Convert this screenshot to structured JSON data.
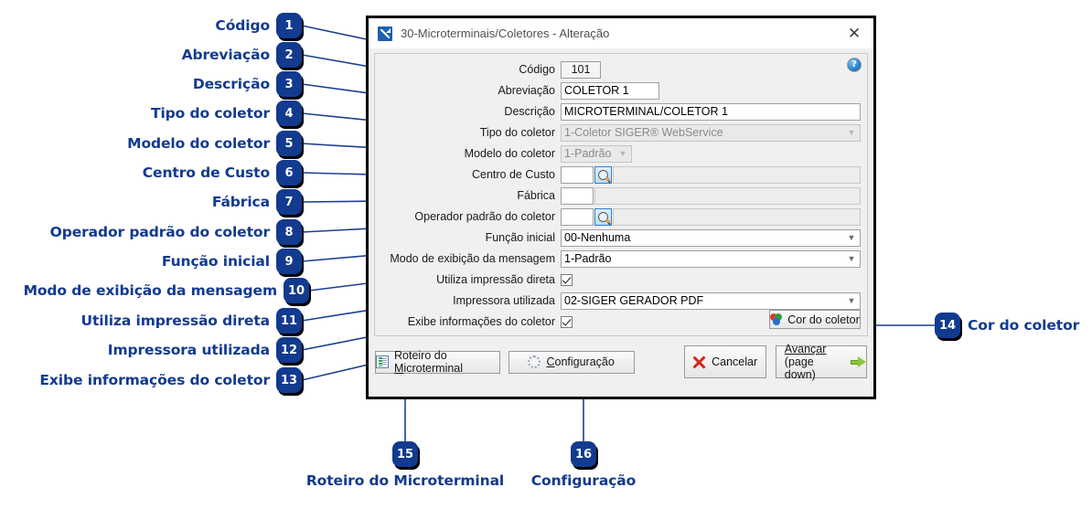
{
  "dialog": {
    "title": "30-Microterminais/Coletores - Alteração",
    "title_icon": "app-arrow-icon",
    "close_label": "✕",
    "help_label": "?",
    "fields": {
      "codigo": {
        "label": "Código",
        "value": "101"
      },
      "abreviacao": {
        "label": "Abreviação",
        "value": "COLETOR 1"
      },
      "descricao": {
        "label": "Descrição",
        "value": "MICROTERMINAL/COLETOR 1"
      },
      "tipo_coletor": {
        "label": "Tipo do coletor",
        "value": "1-Coletor SIGER® WebService"
      },
      "modelo_coletor": {
        "label": "Modelo do coletor",
        "value": "1-Padrão"
      },
      "centro_custo": {
        "label": "Centro de Custo",
        "value": "",
        "desc": ""
      },
      "fabrica": {
        "label": "Fábrica",
        "value": "",
        "desc": ""
      },
      "operador_padrao": {
        "label": "Operador padrão do coletor",
        "value": "",
        "desc": ""
      },
      "funcao_inicial": {
        "label": "Função inicial",
        "value": "00-Nenhuma"
      },
      "modo_exibicao": {
        "label": "Modo de exibição da mensagem",
        "value": "1-Padrão"
      },
      "impressao_direta": {
        "label": "Utiliza impressão direta",
        "checked": true
      },
      "impressora": {
        "label": "Impressora utilizada",
        "value": "02-SIGER GERADOR PDF"
      },
      "exibe_info": {
        "label": "Exibe informações do coletor",
        "checked": true
      }
    },
    "buttons": {
      "cor_coletor": "Cor do coletor",
      "roteiro_pre": "Roteiro do ",
      "roteiro_key": "M",
      "roteiro_post": "icroterminal",
      "config_key": "C",
      "config_post": "onfiguração",
      "cancelar": "Cancelar",
      "avancar_line1": "Avançar",
      "avancar_line2": "(page down)"
    }
  },
  "annotations": {
    "accent_color": "#123a8f",
    "left": [
      {
        "n": "1",
        "label": "Código"
      },
      {
        "n": "2",
        "label": "Abreviação"
      },
      {
        "n": "3",
        "label": "Descrição"
      },
      {
        "n": "4",
        "label": "Tipo do coletor"
      },
      {
        "n": "5",
        "label": "Modelo do coletor"
      },
      {
        "n": "6",
        "label": "Centro de Custo"
      },
      {
        "n": "7",
        "label": "Fábrica"
      },
      {
        "n": "8",
        "label": "Operador padrão do coletor"
      },
      {
        "n": "9",
        "label": "Função inicial"
      },
      {
        "n": "10",
        "label": "Modo de exibição da mensagem"
      },
      {
        "n": "11",
        "label": "Utiliza impressão direta"
      },
      {
        "n": "12",
        "label": "Impressora utilizada"
      },
      {
        "n": "13",
        "label": "Exibe informações do coletor"
      }
    ],
    "right": [
      {
        "n": "14",
        "label": "Cor do coletor"
      }
    ],
    "below": [
      {
        "n": "15",
        "label": "Roteiro do Microterminal"
      },
      {
        "n": "16",
        "label": "Configuração"
      }
    ]
  }
}
